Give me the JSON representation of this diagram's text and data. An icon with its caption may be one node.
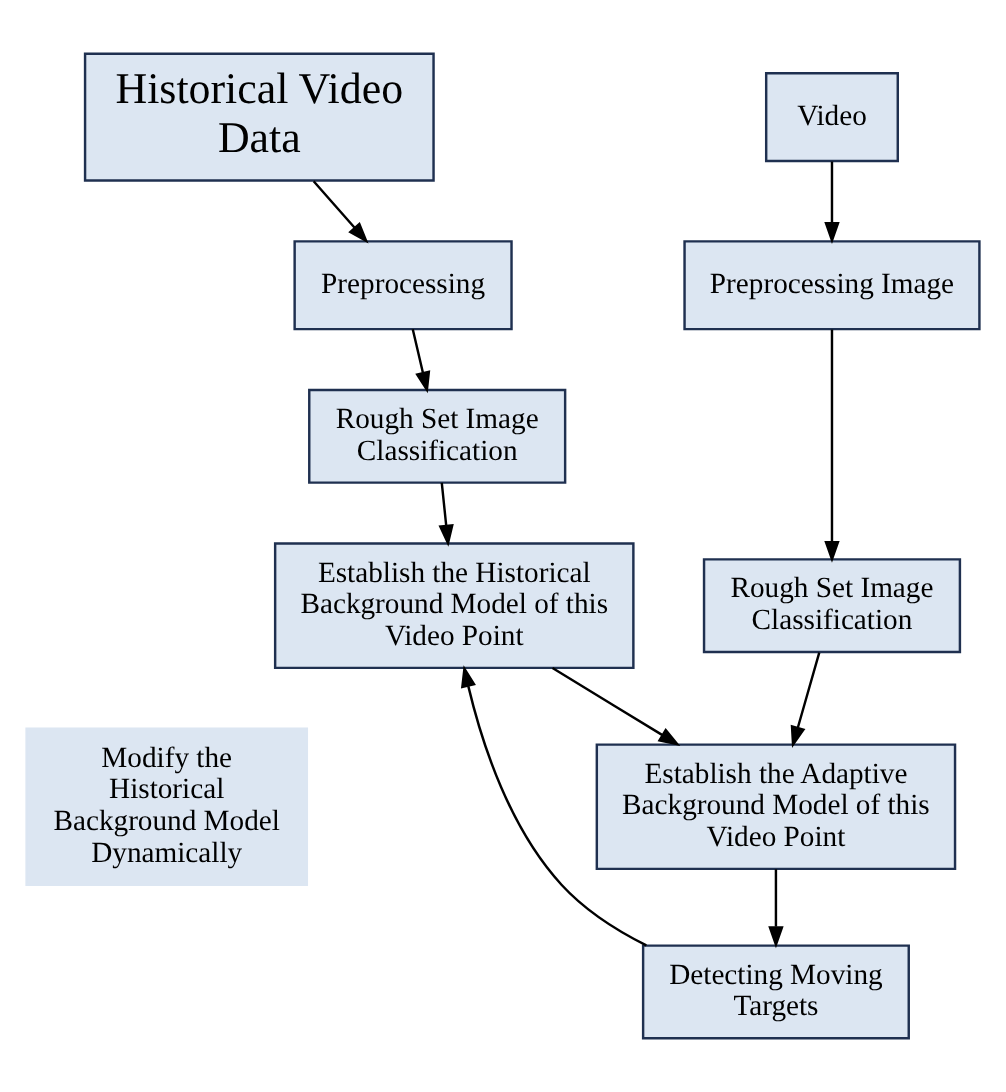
{
  "diagram": {
    "nodes": [
      {
        "text": [
          "Historical Video Data"
        ]
      },
      {
        "text": [
          "Preprocessing"
        ]
      },
      {
        "text": [
          "Rough Set Image Classification"
        ]
      },
      {
        "text": [
          "Establish the Historical Background Model of this Video Point"
        ]
      },
      {
        "text": [
          "Video"
        ]
      },
      {
        "text": [
          "Preprocessing Image"
        ]
      },
      {
        "text": [
          "Rough Set Image Classification"
        ]
      },
      {
        "text": [
          "Establish the Adaptive Background Model of this Video Point"
        ]
      },
      {
        "text": [
          "Detecting Moving Targets"
        ]
      },
      {
        "text": [
          "Modify the Historical Background Model Dynamically"
        ]
      }
    ],
    "edges": [
      {
        "from": 0,
        "to": 1,
        "arrow": "to"
      },
      {
        "from": 1,
        "to": 2,
        "arrow": "to"
      },
      {
        "from": 2,
        "to": 3,
        "arrow": "to"
      },
      {
        "from": 4,
        "to": 5,
        "arrow": "to"
      },
      {
        "from": 5,
        "to": 6,
        "arrow": "to"
      },
      {
        "from": 3,
        "to": 7,
        "arrow": "to"
      },
      {
        "from": 6,
        "to": 7,
        "arrow": "to"
      },
      {
        "from": 7,
        "to": 8,
        "arrow": "to"
      },
      {
        "from": 8,
        "to": 3,
        "arrow": "to"
      }
    ]
  }
}
